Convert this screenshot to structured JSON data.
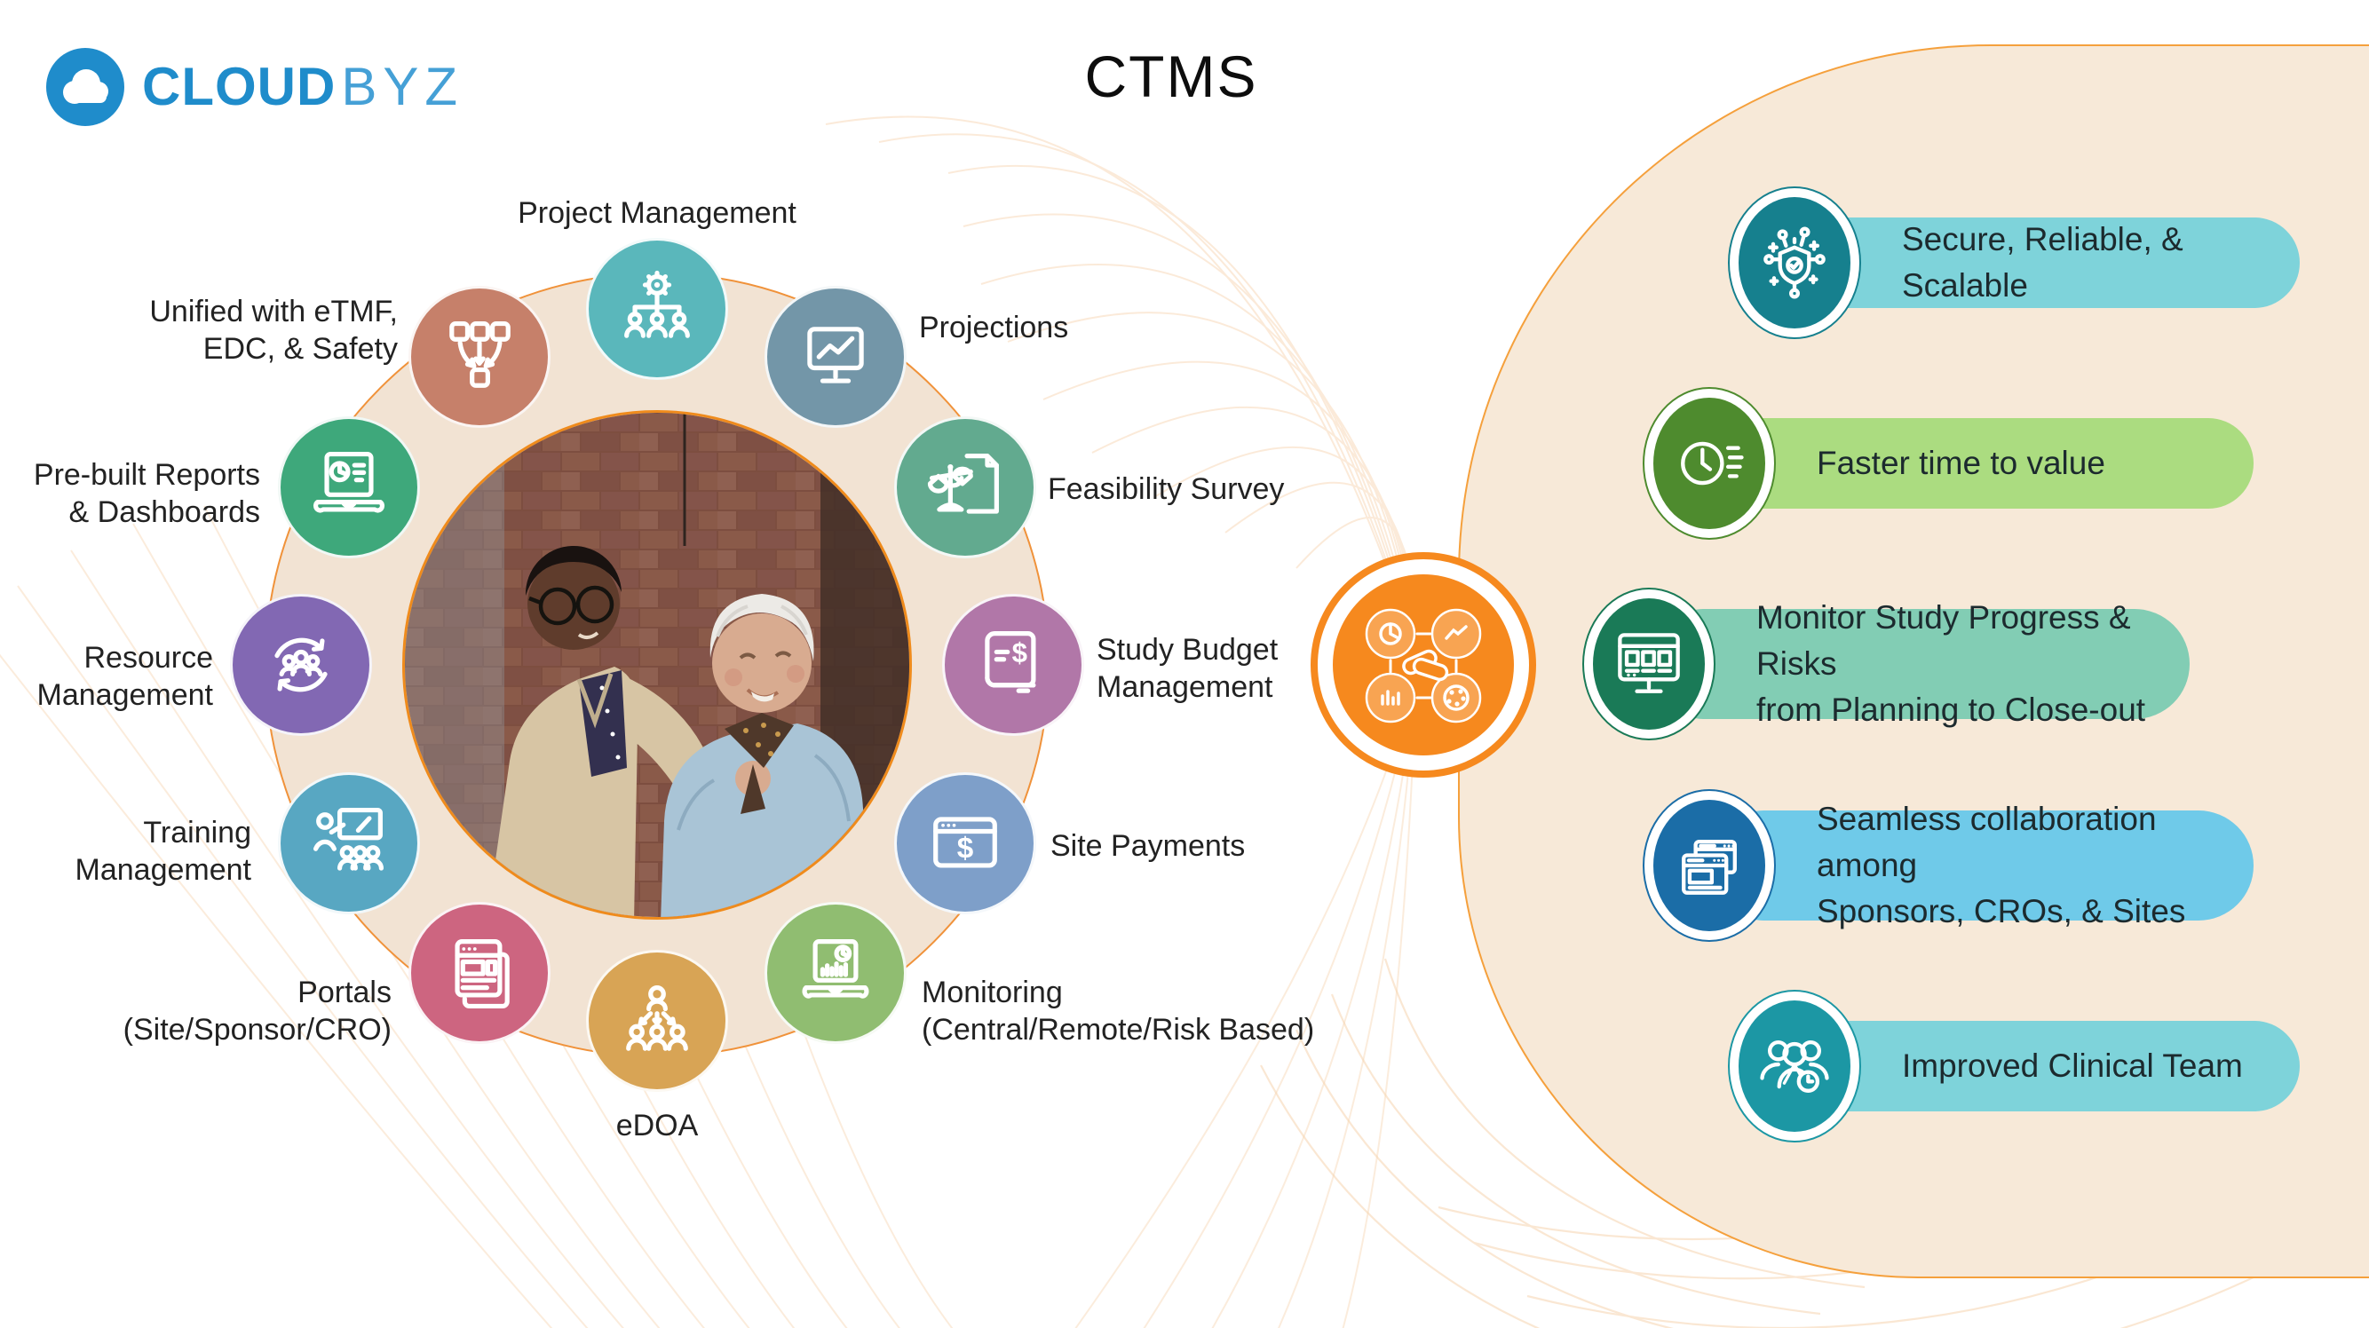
{
  "logo": {
    "text_bold": "CLOUD",
    "text_light": "BYZ",
    "mark_color": "#1f8ccb"
  },
  "title": "CTMS",
  "palette": {
    "accent_orange": "#f6921e",
    "ring_fill": "#f2e3d3",
    "panel_fill": "#f7e9d8",
    "label_color": "#222222"
  },
  "wheel": {
    "items": [
      {
        "label": "Project Management",
        "color": "#5ab7bb",
        "icon": "org-gear-icon"
      },
      {
        "label": "Projections",
        "color": "#7396a8",
        "icon": "monitor-trend-icon"
      },
      {
        "label": "Feasibility Survey",
        "color": "#62aa8f",
        "icon": "scale-document-icon"
      },
      {
        "label": "Study Budget\nManagement",
        "color": "#b177a8",
        "icon": "budget-book-icon"
      },
      {
        "label": "Site Payments",
        "color": "#7e9fc9",
        "icon": "payment-window-icon"
      },
      {
        "label": "Monitoring\n(Central/Remote/Risk Based)",
        "color": "#90bd71",
        "icon": "laptop-charts-icon"
      },
      {
        "label": "eDOA",
        "color": "#d8a455",
        "icon": "delegation-icon"
      },
      {
        "label": "Portals\n(Site/Sponsor/CRO)",
        "color": "#cd6580",
        "icon": "portal-pages-icon"
      },
      {
        "label": "Training\nManagement",
        "color": "#58a7c2",
        "icon": "trainer-board-icon"
      },
      {
        "label": "Resource\nManagement",
        "color": "#8268b3",
        "icon": "people-cycle-icon"
      },
      {
        "label": "Pre-built Reports\n& Dashboards",
        "color": "#3ea87b",
        "icon": "laptop-report-icon"
      },
      {
        "label": "Unified with eTMF,\nEDC, & Safety",
        "color": "#c6806a",
        "icon": "merge-flow-icon"
      }
    ]
  },
  "hub": {
    "color": "#f6891e",
    "icon": "analytics-hub-icon"
  },
  "benefits": [
    {
      "label": "Secure, Reliable, & Scalable",
      "pill_color": "#7ed3da",
      "icon_color": "#16808e",
      "icon": "shield-network-icon"
    },
    {
      "label": "Faster time to value",
      "pill_color": "#abdc80",
      "icon_color": "#4e8b2e",
      "icon": "clock-speed-icon"
    },
    {
      "label": "Monitor Study Progress & Risks\nfrom Planning to Close-out",
      "pill_color": "#82cdb4",
      "icon_color": "#1a7a57",
      "icon": "dashboard-monitor-icon"
    },
    {
      "label": "Seamless collaboration among\nSponsors, CROs, & Sites",
      "pill_color": "#6fcae9",
      "icon_color": "#1b6da7",
      "icon": "windows-stack-icon"
    },
    {
      "label": "Improved Clinical Team",
      "pill_color": "#7ed3da",
      "icon_color": "#1c97a4",
      "icon": "team-clock-icon"
    }
  ]
}
